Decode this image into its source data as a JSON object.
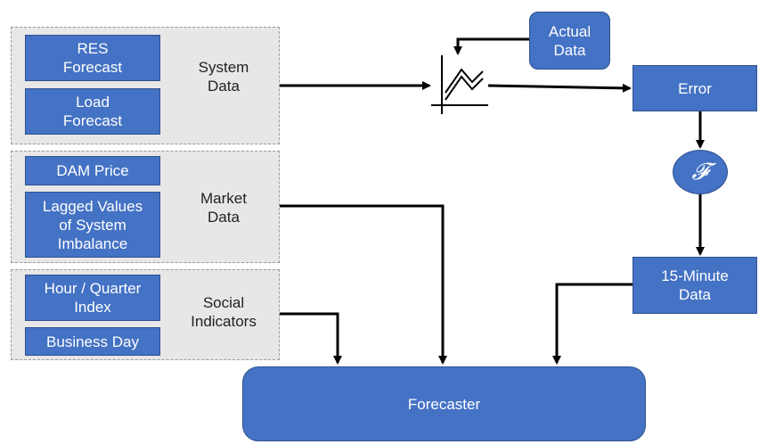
{
  "groups": {
    "system": {
      "label": "System\nData",
      "items": [
        "RES\nForecast",
        "Load\nForecast"
      ]
    },
    "market": {
      "label": "Market\nData",
      "items": [
        "DAM Price",
        "Lagged Values\nof System\nImbalance"
      ]
    },
    "social": {
      "label": "Social\nIndicators",
      "items": [
        "Hour / Quarter\nIndex",
        "Business Day"
      ]
    }
  },
  "actual_data": "Actual\nData",
  "error": "Error",
  "operator": "𝓕",
  "fifteen_minute": "15-Minute\nData",
  "forecaster": "Forecaster",
  "colors": {
    "box_fill": "#4472c4",
    "box_border": "#2f528f",
    "group_fill": "#e7e7e7",
    "arrow": "#000000"
  }
}
